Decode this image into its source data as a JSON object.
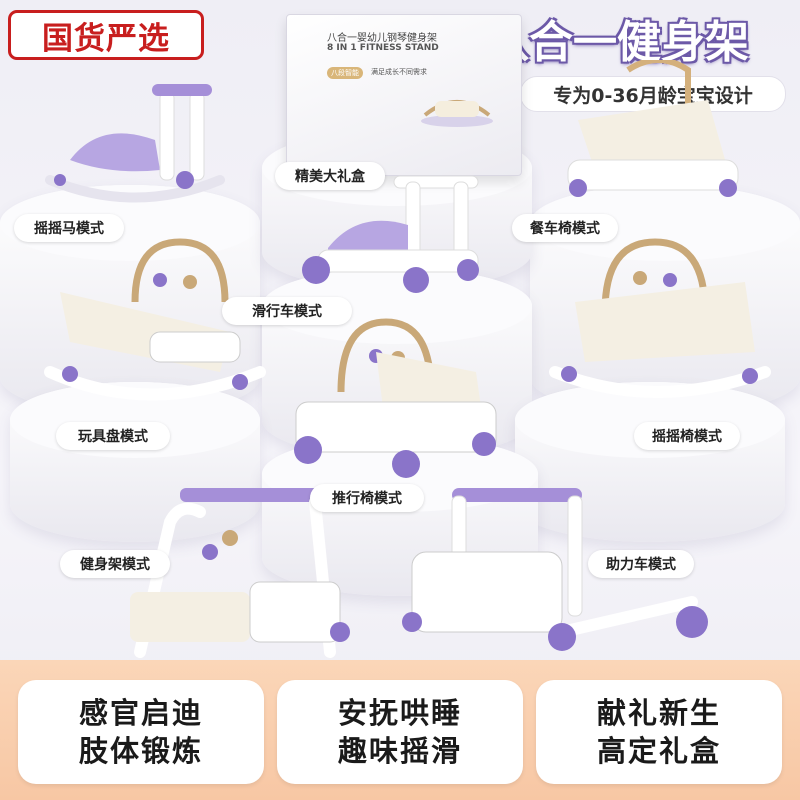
{
  "brand": {
    "name": "国货严选"
  },
  "header": {
    "title": "八合一健身架",
    "subtitle": "专为0-36月龄宝宝设计"
  },
  "giftbox": {
    "line1": "八合一婴幼儿钢琴健身架",
    "line2": "8 IN 1 FITNESS STAND",
    "tag": "八段智能",
    "tagline": "满足成长不同需求"
  },
  "modes": [
    {
      "label": "摇摇马模式"
    },
    {
      "label": "精美大礼盒"
    },
    {
      "label": "餐车椅模式"
    },
    {
      "label": "滑行车模式"
    },
    {
      "label": "玩具盘模式"
    },
    {
      "label": "摇摇椅模式"
    },
    {
      "label": "推行椅模式"
    },
    {
      "label": "健身架模式"
    },
    {
      "label": "助力车模式"
    }
  ],
  "features": [
    {
      "line1": "感官启迪",
      "line2": "肢体锻炼"
    },
    {
      "line1": "安抚哄睡",
      "line2": "趣味摇滑"
    },
    {
      "line1": "献礼新生",
      "line2": "高定礼盒"
    }
  ],
  "colors": {
    "accent": "#8a74c9",
    "brand": "#c81e1e",
    "banner": "#f7c7a4"
  }
}
